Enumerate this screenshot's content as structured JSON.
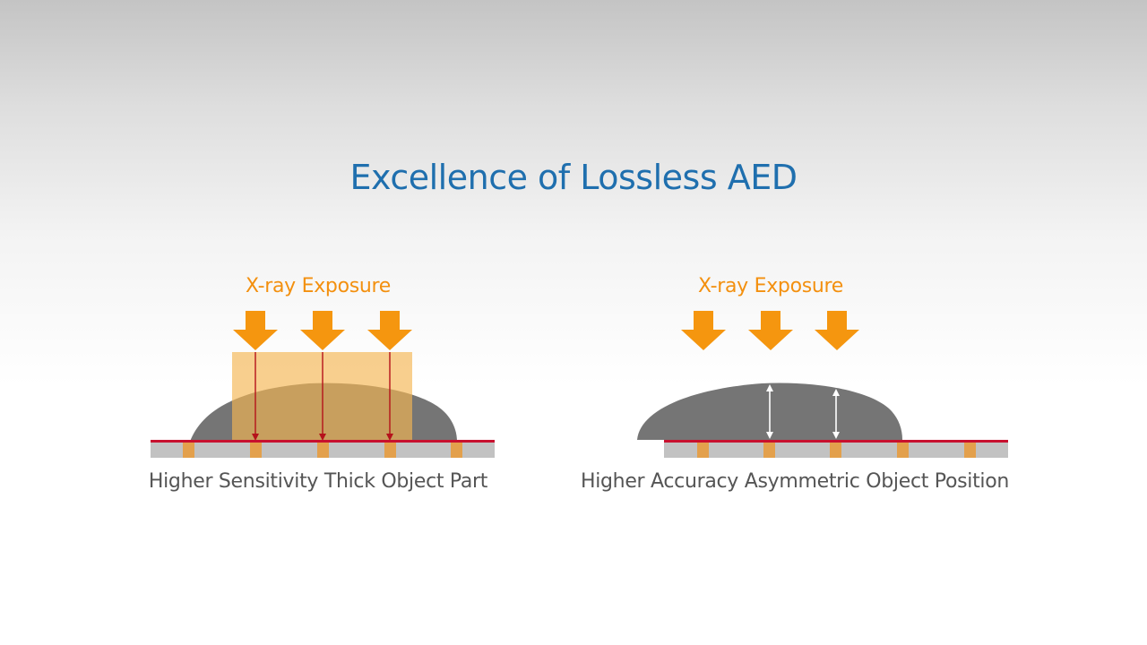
{
  "title": "Excellence of Lossless AED",
  "panels": [
    {
      "exposure_label": "X-ray Exposure",
      "caption": "Higher Sensitivity Thick Object Part"
    },
    {
      "exposure_label": "X-ray Exposure",
      "caption": "Higher Accuracy Asymmetric Object Position"
    }
  ],
  "colors": {
    "title": "#1f6fae",
    "exposure": "#f3900f",
    "arrow_fill": "#f5960f",
    "highlight_box": "#f5b552",
    "object": "#757575",
    "detector_line": "#c8102e",
    "detector_base": "#c2c2c2",
    "pixel": "#e3a04c",
    "caption": "#555555",
    "ray_line": "#b5121b",
    "measure_arrow": "#ffffff"
  },
  "icons": {
    "exposure_arrow": "down-arrow-icon"
  }
}
